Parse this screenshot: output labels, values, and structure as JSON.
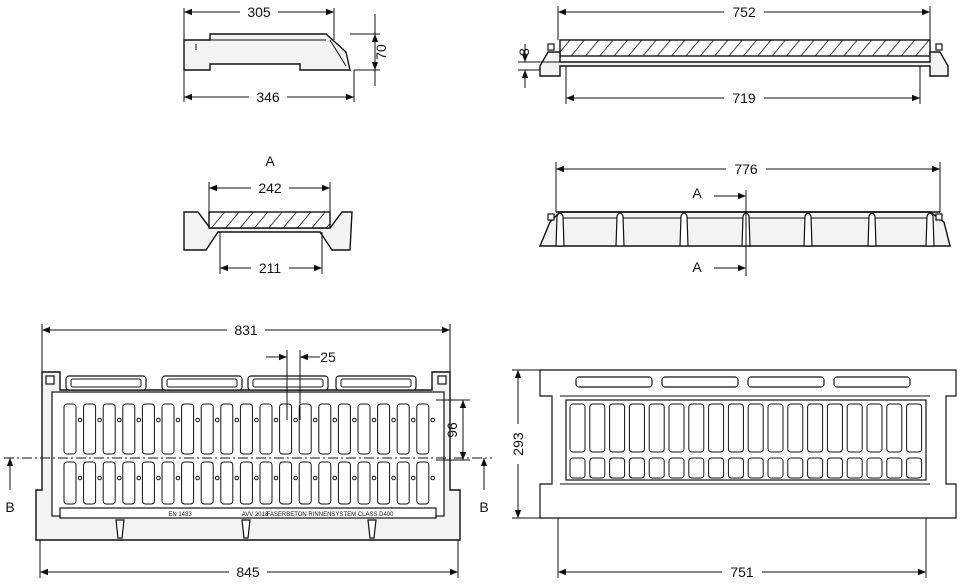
{
  "section": {
    "a": "A",
    "b": "B"
  },
  "dims": {
    "d305": "305",
    "d346": "346",
    "d70": "70",
    "d8": "8",
    "d752": "752",
    "d719": "719",
    "d242": "242",
    "d211": "211",
    "d776": "776",
    "d831": "831",
    "d25": "25",
    "d96": "96",
    "d845": "845",
    "d293": "293",
    "d751": "751"
  },
  "plate_text": {
    "left": "EN 1433",
    "center": "AVV 2018",
    "right": "FASERBETON  RINNENSYSTEM  CLASS D400"
  }
}
